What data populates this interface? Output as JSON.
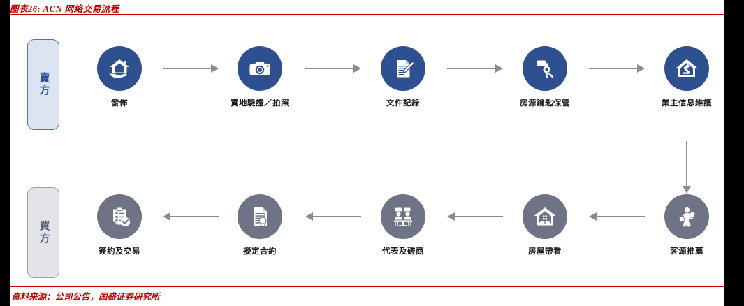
{
  "figure": {
    "title": "图表26: ACN 网络交易流程",
    "source": "资料来源：公司公告，国盛证券研究所",
    "accent_color": "#c00000",
    "seller_color": "#2e5090",
    "buyer_color": "#6e7485",
    "arrow_color": "#8c8c8c"
  },
  "roles": [
    {
      "key": "seller",
      "label": "賣方"
    },
    {
      "key": "buyer",
      "label": "買方"
    }
  ],
  "flow": {
    "top_row": [
      {
        "label": "發佈",
        "icon": "house-in-hand-icon",
        "color": "#2e5090"
      },
      {
        "label": "實地驗證／拍照",
        "icon": "camera-icon",
        "color": "#2e5090"
      },
      {
        "label": "文件記錄",
        "icon": "document-pen-icon",
        "color": "#2e5090"
      },
      {
        "label": "房源鑰匙保管",
        "icon": "keys-icon",
        "color": "#2e5090"
      },
      {
        "label": "業主信息維護",
        "icon": "house-gavel-icon",
        "color": "#2e5090"
      }
    ],
    "bottom_row": [
      {
        "label": "簽約及交易",
        "icon": "clipboard-check-icon",
        "color": "#6e7485"
      },
      {
        "label": "擬定合約",
        "icon": "document-seal-icon",
        "color": "#6e7485"
      },
      {
        "label": "代表及磋商",
        "icon": "meeting-table-icon",
        "color": "#6e7485"
      },
      {
        "label": "房屋帶看",
        "icon": "house-window-icon",
        "color": "#6e7485"
      },
      {
        "label": "客源推薦",
        "icon": "person-flyers-icon",
        "color": "#6e7485"
      }
    ],
    "connectors": [
      {
        "name": "arrow-publish-to-verify",
        "direction": "right"
      },
      {
        "name": "arrow-verify-to-document",
        "direction": "right"
      },
      {
        "name": "arrow-document-to-keys",
        "direction": "right"
      },
      {
        "name": "arrow-keys-to-ownerinfo",
        "direction": "right"
      },
      {
        "name": "arrow-ownerinfo-to-client",
        "direction": "down"
      },
      {
        "name": "arrow-client-to-viewing",
        "direction": "left"
      },
      {
        "name": "arrow-viewing-to-meeting",
        "direction": "left"
      },
      {
        "name": "arrow-meeting-to-contract",
        "direction": "left"
      },
      {
        "name": "arrow-contract-to-signing",
        "direction": "left"
      }
    ]
  }
}
